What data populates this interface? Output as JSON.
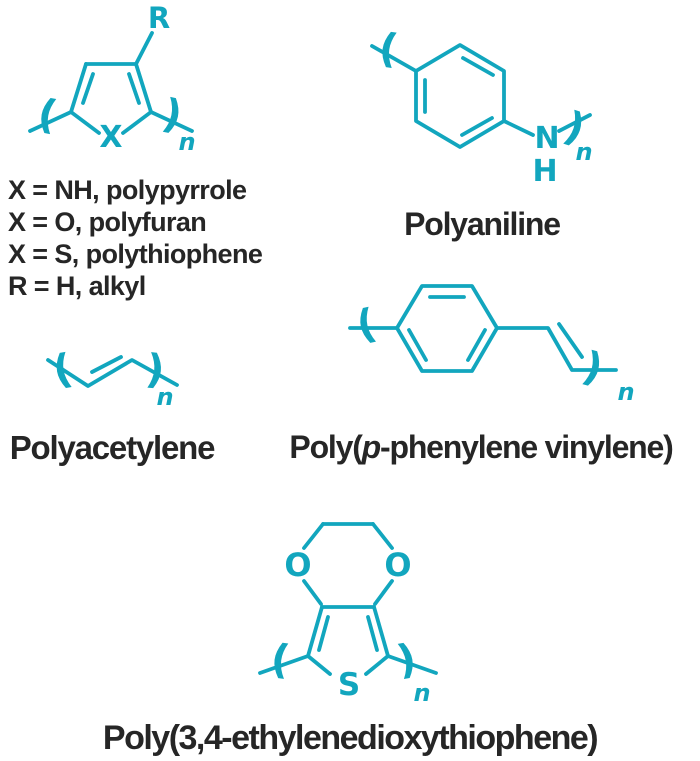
{
  "palette": {
    "bond_color": "#12a6be",
    "label_color": "#262626",
    "background": "#ffffff"
  },
  "notation": {
    "open_paren": "(",
    "close_paren": ")",
    "repeat_subscript": "n"
  },
  "heterocycle_unit": {
    "substituent_symbol": "R",
    "heteroatom_symbol": "X",
    "legend": [
      "X = NH, polypyrrole",
      "X = O, polyfuran",
      "X = S, polythiophene",
      "R = H, alkyl"
    ]
  },
  "polyaniline": {
    "name": "Polyaniline",
    "nitrogen_symbol": "N",
    "hydrogen_symbol": "H"
  },
  "polyacetylene": {
    "name": "Polyacetylene"
  },
  "poly_p_phenylene_vinylene": {
    "name_prefix": "Poly(",
    "name_italic": "p",
    "name_suffix": "-phenylene vinylene)"
  },
  "pedot": {
    "name": "Poly(3,4-ethylenedioxythiophene)",
    "oxygen_symbol_left": "O",
    "oxygen_symbol_right": "O",
    "sulfur_symbol": "S"
  }
}
